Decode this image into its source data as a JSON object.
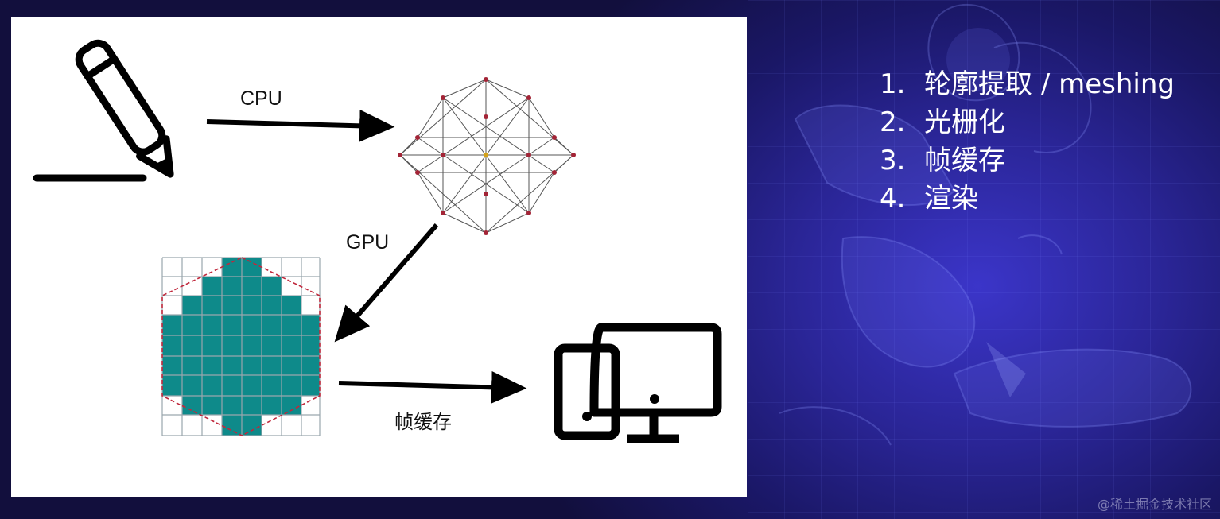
{
  "diagram": {
    "edge_labels": {
      "cpu": "CPU",
      "gpu": "GPU",
      "framebuffer": "帧缓存"
    }
  },
  "steps": [
    {
      "num": "1.",
      "text": "轮廓提取 / meshing"
    },
    {
      "num": "2.",
      "text": "光栅化"
    },
    {
      "num": "3.",
      "text": "帧缓存"
    },
    {
      "num": "4.",
      "text": "渲染"
    }
  ],
  "watermark": "@稀土掘金技术社区",
  "colors": {
    "raster_fill": "#0e8a8a",
    "mesh_node": "#a32436",
    "mesh_center": "#d4a21a",
    "outline_dash": "#c0283c"
  }
}
